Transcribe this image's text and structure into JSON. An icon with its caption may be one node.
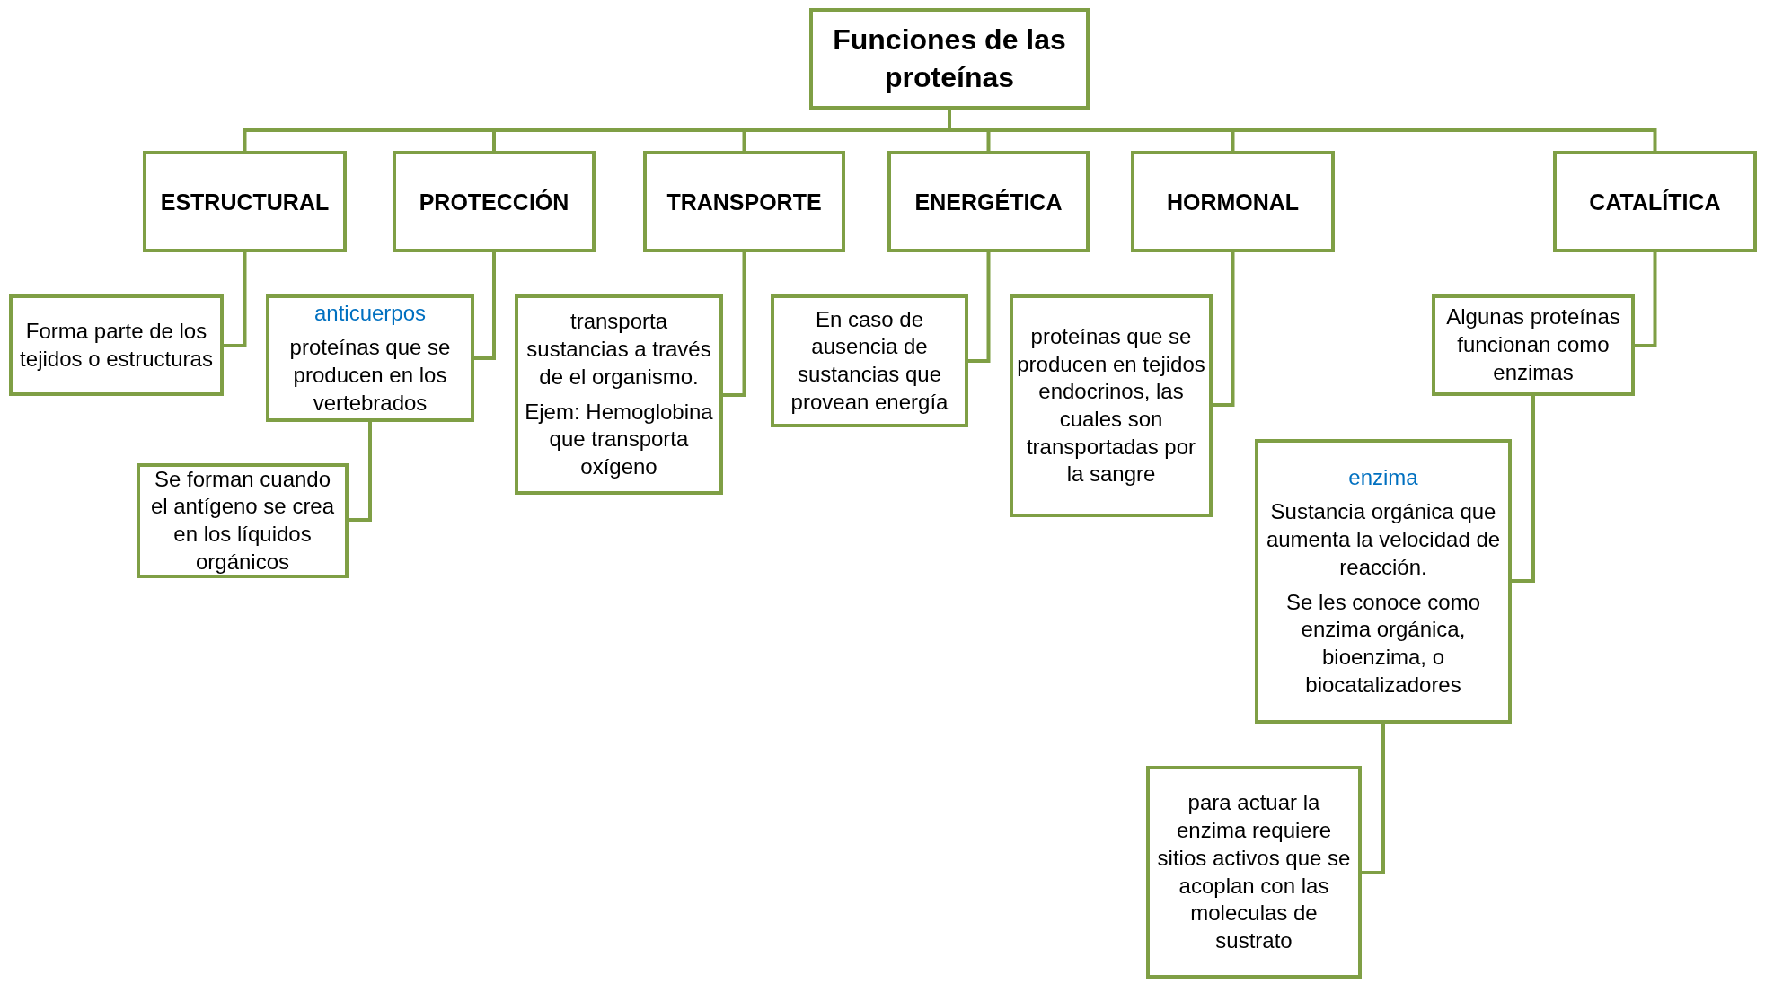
{
  "diagram": {
    "nodes": [
      {
        "text": [
          "Funciones de las proteínas"
        ]
      },
      {
        "text": [
          "ESTRUCTURAL"
        ]
      },
      {
        "text": [
          "PROTECCIÓN"
        ]
      },
      {
        "text": [
          "TRANSPORTE"
        ]
      },
      {
        "text": [
          "ENERGÉTICA"
        ]
      },
      {
        "text": [
          "HORMONAL"
        ]
      },
      {
        "text": [
          "CATALÍTICA"
        ]
      },
      {
        "text": [
          "Forma parte de los tejidos o estructuras"
        ]
      },
      {
        "text": [
          "anticuerpos",
          "proteínas que se producen en los vertebrados"
        ]
      },
      {
        "text": [
          "Se forman cuando el antígeno se crea en los líquidos orgánicos"
        ]
      },
      {
        "text": [
          "transporta sustancias a través de el organismo.",
          "Ejem: Hemoglobina que transporta oxígeno"
        ]
      },
      {
        "text": [
          "En caso de ausencia de sustancias que provean energía"
        ]
      },
      {
        "text": [
          "proteínas que se producen en tejidos endocrinos, las cuales son transportadas por la sangre"
        ]
      },
      {
        "text": [
          "Algunas proteínas funcionan como enzimas"
        ]
      },
      {
        "text": [
          "enzima",
          "Sustancia orgánica que aumenta la velocidad de reacción.",
          "Se les conoce como enzima orgánica, bioenzima, o biocatalizadores"
        ]
      },
      {
        "text": [
          "para actuar la enzima requiere sitios activos que se acoplan con las moleculas de sustrato"
        ]
      }
    ],
    "edges": [
      {
        "from": 0,
        "to": 1,
        "arrow": "none"
      },
      {
        "from": 0,
        "to": 2,
        "arrow": "none"
      },
      {
        "from": 0,
        "to": 3,
        "arrow": "none"
      },
      {
        "from": 0,
        "to": 4,
        "arrow": "none"
      },
      {
        "from": 0,
        "to": 5,
        "arrow": "none"
      },
      {
        "from": 0,
        "to": 6,
        "arrow": "none"
      },
      {
        "from": 1,
        "to": 7,
        "arrow": "none"
      },
      {
        "from": 2,
        "to": 8,
        "arrow": "none"
      },
      {
        "from": 8,
        "to": 9,
        "arrow": "none"
      },
      {
        "from": 3,
        "to": 10,
        "arrow": "none"
      },
      {
        "from": 4,
        "to": 11,
        "arrow": "none"
      },
      {
        "from": 5,
        "to": 12,
        "arrow": "none"
      },
      {
        "from": 6,
        "to": 13,
        "arrow": "none"
      },
      {
        "from": 13,
        "to": 14,
        "arrow": "none"
      },
      {
        "from": 14,
        "to": 15,
        "arrow": "none"
      }
    ]
  }
}
